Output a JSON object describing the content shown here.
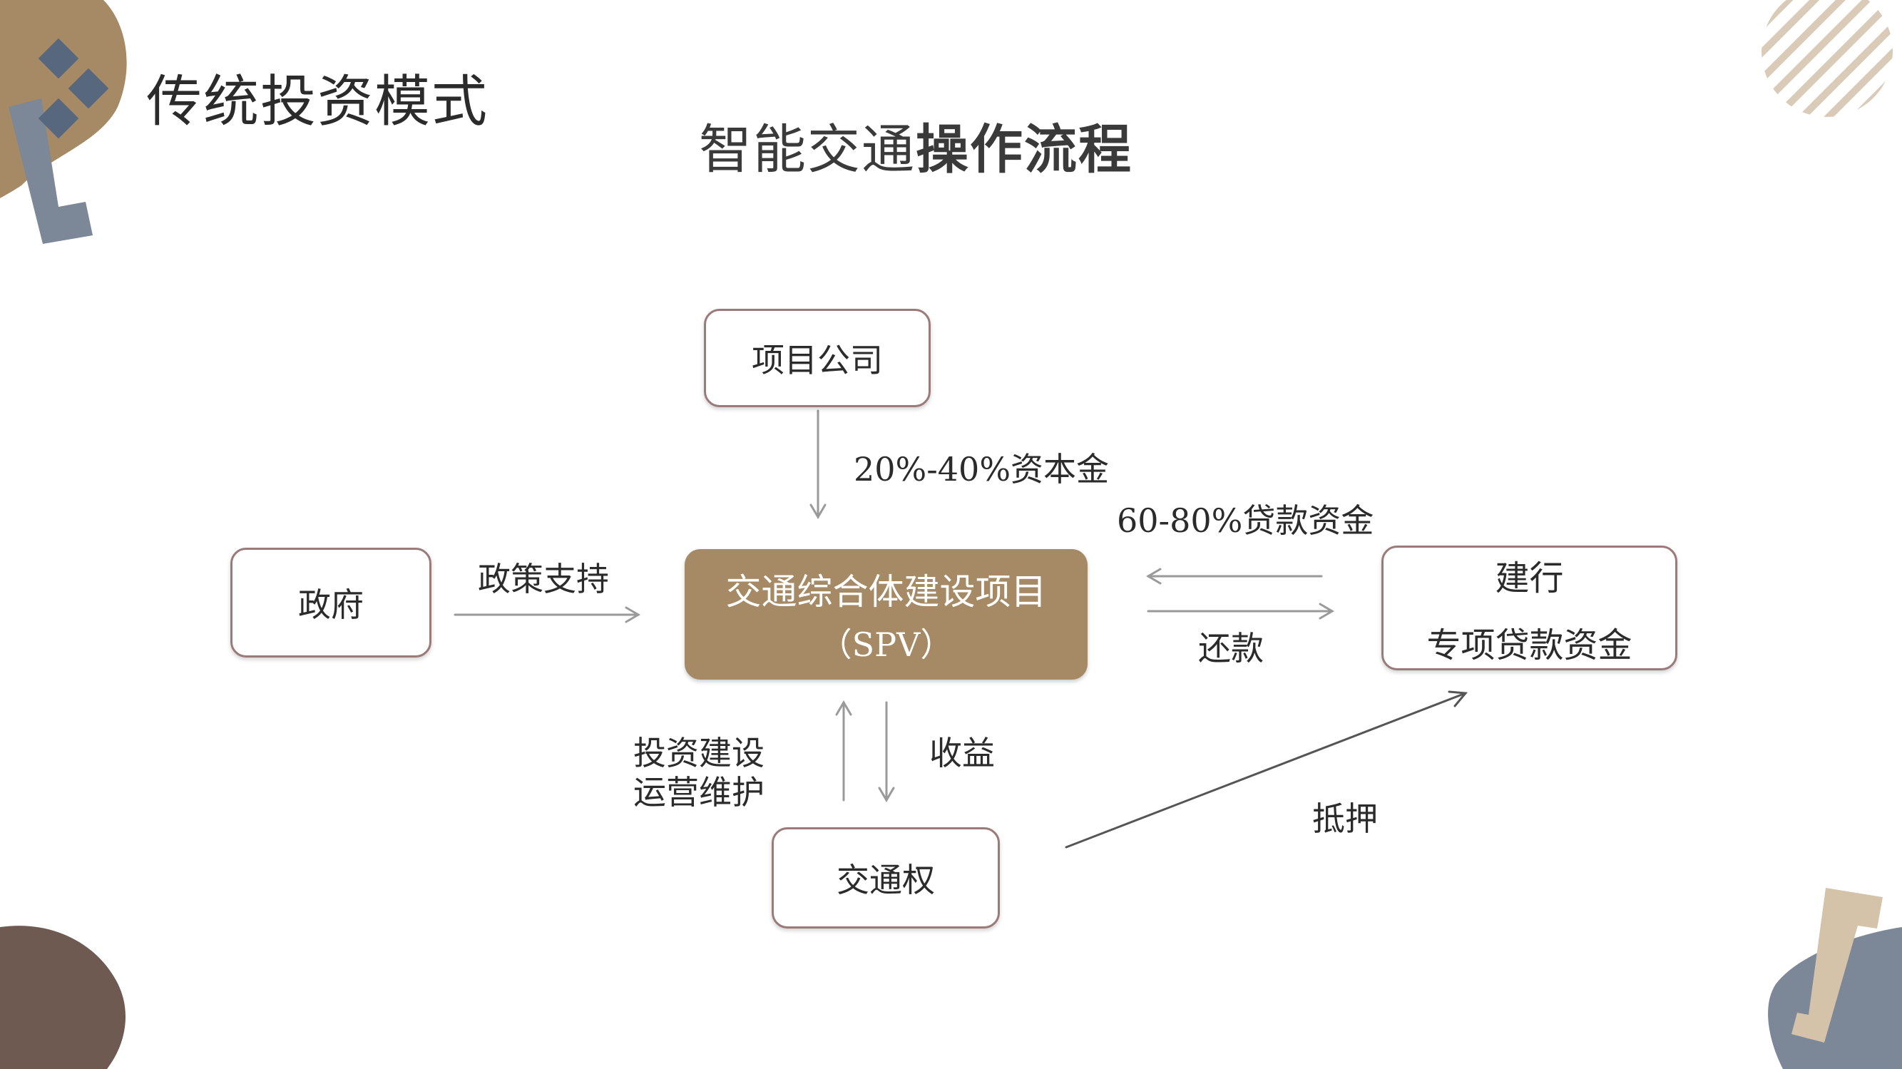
{
  "slide_title": "传统投资模式",
  "diagram_title": {
    "part1": "智能交通",
    "part2": "操作流程"
  },
  "nodes": {
    "company": "项目公司",
    "government": "政府",
    "spv": {
      "line1": "交通综合体建设项目",
      "line2": "（SPV）"
    },
    "ccb": {
      "line1": "建行",
      "line2": "专项贷款资金"
    },
    "rights": "交通权"
  },
  "edge_labels": {
    "capital": "20%-40%资本金",
    "loan": "60-80%贷款资金",
    "policy": "政策支持",
    "repay": "还款",
    "invest_line1": "投资建设",
    "invest_line2": "运营维护",
    "income": "收益",
    "pledge": "抵押"
  },
  "colors": {
    "accent_gold": "#a58a65",
    "node_border": "#9b7a7a",
    "deco_slate": "#56677e",
    "deco_brown": "#6e5a51",
    "arrow": "#9a9a9a"
  }
}
